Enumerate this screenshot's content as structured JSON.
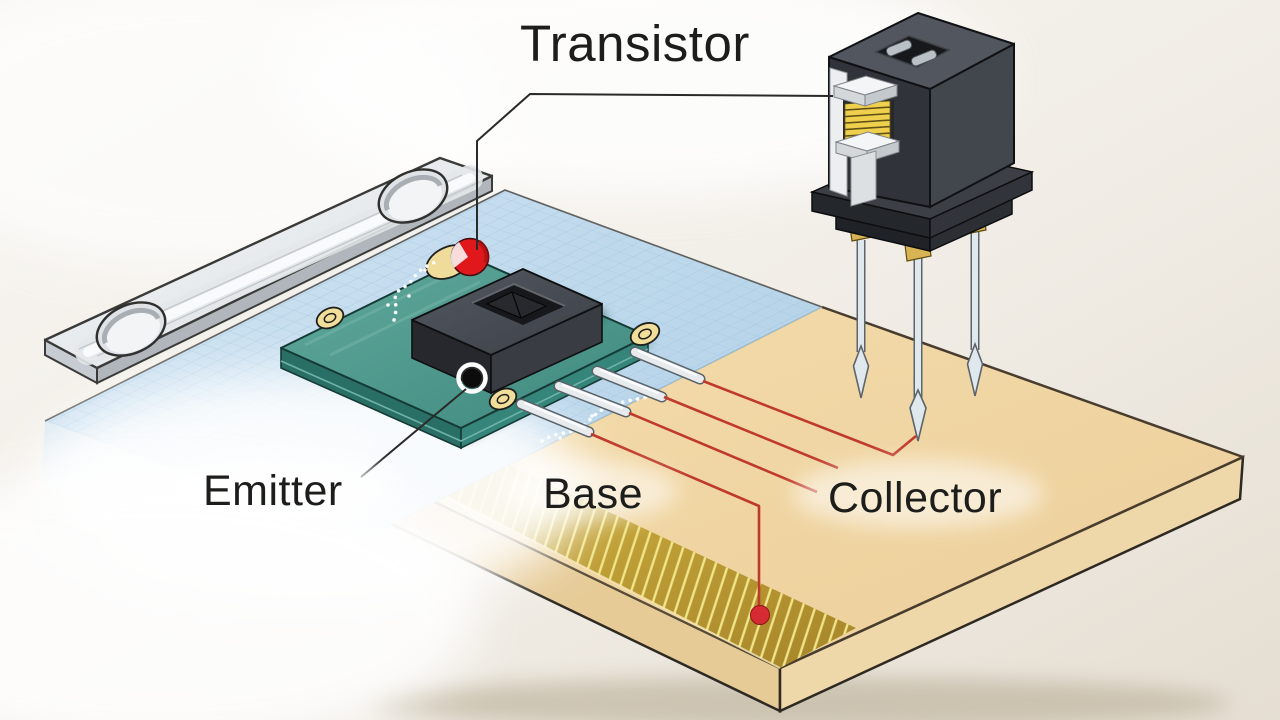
{
  "figure": {
    "type": "technical-illustration",
    "subject": "Transistor mounted on a test fixture PCB with emitter, base and collector leads"
  },
  "labels": {
    "transistor": "Transistor",
    "emitter": "Emitter",
    "base": "Base",
    "collector": "Collector"
  },
  "colors": {
    "annotation_red": "#bf3a2b",
    "marker_red_dot": "#d62b33",
    "led_red": "#e0181c",
    "pcb_teal": "#4a9a8f",
    "board_tan": "#f1d7a6",
    "gold_band": "#c8a53a",
    "grid_blue": "#c9dff0",
    "chip_black": "#3a3d43",
    "metal_silver": "#e9edef",
    "leader_black": "#2a2a28"
  }
}
